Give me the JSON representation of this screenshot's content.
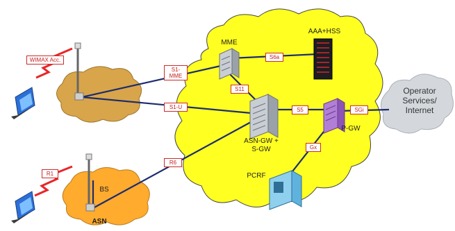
{
  "colors": {
    "core_cloud": "#ffff22",
    "access_cloud": "#d9a54a",
    "asn_cloud": "#ffab2e",
    "operator_cloud": "#d4d8dc",
    "link": "#1c2c6e",
    "label_border": "#cc2b2b",
    "radio": "#e8262a"
  },
  "nodes": {
    "mme": "MME",
    "aaa_hss": "AAA+HSS",
    "asn_gw": "ASN-GW +\nS-GW",
    "pgw": "P-GW",
    "pcrf": "PCRF",
    "bs": "BS",
    "asn": "ASN",
    "operator": "Operator\nServices/\nInternet"
  },
  "interfaces": {
    "wimax": "WIMAX Acc.",
    "s1_mme": "S1-\nMME",
    "s1_u": "S1-U",
    "r1": "R1",
    "r6": "R6",
    "s6a": "S6a",
    "s11": "S11",
    "s5": "S5",
    "sgi": "SGi",
    "gx": "Gx"
  },
  "icons": [
    "laptop-icon",
    "antenna-mast-icon",
    "server-icon",
    "rack-icon",
    "radio-link-icon"
  ]
}
